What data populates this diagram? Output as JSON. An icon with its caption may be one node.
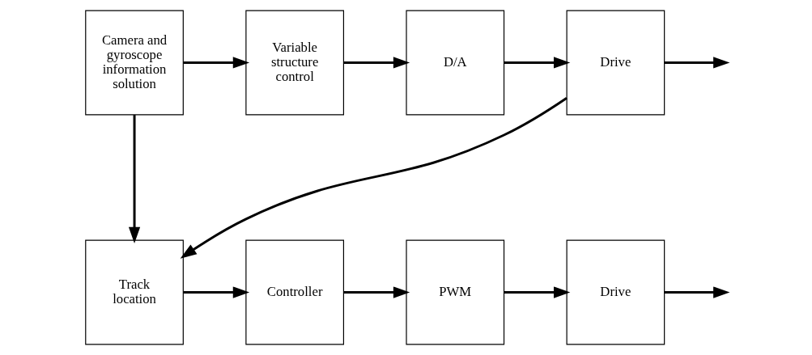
{
  "diagram": {
    "nodes": [
      {
        "text": [
          "Camera and gyroscope information solution"
        ]
      },
      {
        "text": [
          "Variable structure control"
        ]
      },
      {
        "text": [
          "D/A"
        ]
      },
      {
        "text": [
          "Drive"
        ]
      },
      {
        "text": [
          "Track location"
        ]
      },
      {
        "text": [
          "Controller"
        ]
      },
      {
        "text": [
          "PWM"
        ]
      },
      {
        "text": [
          "Drive"
        ]
      }
    ],
    "edges": [
      {
        "from": 0,
        "to": 1,
        "arrow": "to"
      },
      {
        "from": 1,
        "to": 2,
        "arrow": "to"
      },
      {
        "from": 2,
        "to": 3,
        "arrow": "to"
      },
      {
        "from": 3,
        "to": null,
        "arrow": "to"
      },
      {
        "from": 0,
        "to": 4,
        "arrow": "to"
      },
      {
        "from": 3,
        "to": 4,
        "arrow": "to"
      },
      {
        "from": 4,
        "to": 5,
        "arrow": "to"
      },
      {
        "from": 5,
        "to": 6,
        "arrow": "to"
      },
      {
        "from": 6,
        "to": 7,
        "arrow": "to"
      },
      {
        "from": 7,
        "to": null,
        "arrow": "to"
      }
    ]
  }
}
